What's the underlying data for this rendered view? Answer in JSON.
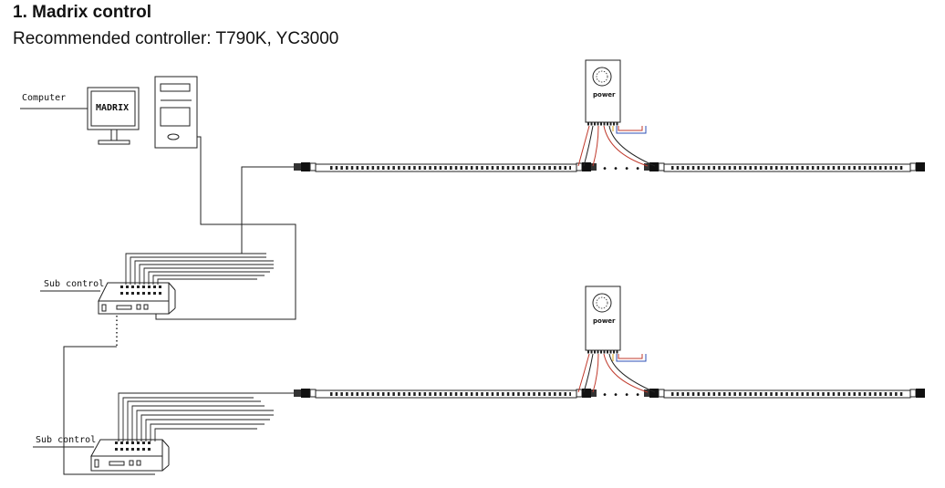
{
  "header": {
    "heading": "1. Madrix control",
    "subtitle": "Recommended controller: T790K, YC3000"
  },
  "diagram": {
    "computer_label": "Computer",
    "monitor_text": "MADRIX",
    "sub_control_label": "Sub control",
    "power_label": "power",
    "ellipsis": "• • • • •",
    "wire_colors": {
      "red": "#c0392b",
      "blue": "#2c4fb5",
      "yellow": "#d4a017",
      "black": "#222222"
    }
  }
}
